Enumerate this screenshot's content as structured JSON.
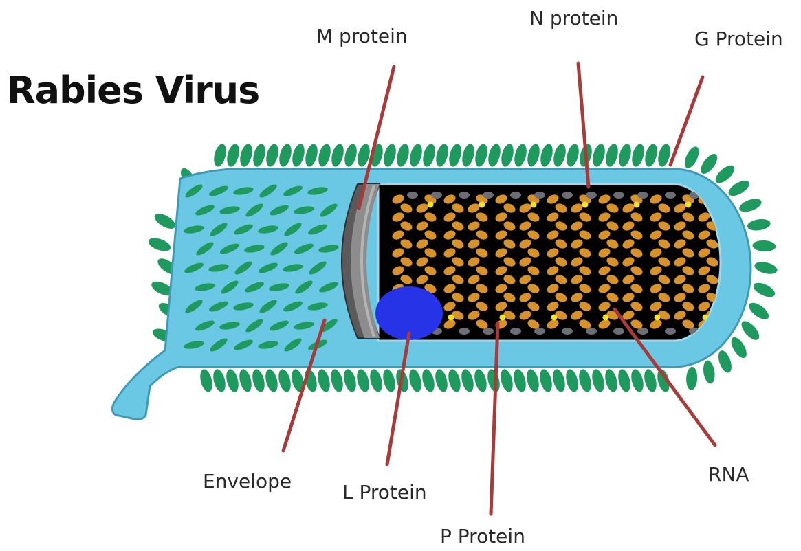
{
  "title": "Rabies Virus",
  "labels": {
    "m_protein": "M protein",
    "n_protein": "N protein",
    "g_protein": "G Protein",
    "envelope": "Envelope",
    "l_protein": "L Protein",
    "p_protein": "P  Protein",
    "rna": "RNA"
  },
  "colors": {
    "envelope_fill": "#6ac8e4",
    "envelope_outline": "#3d9bb8",
    "glycoprotein_spike": "#1f9a5e",
    "matrix_protein": "#8d8d8d",
    "core_background": "#000000",
    "nucleoprotein": "#d8922c",
    "phosphoprotein": "#f2e22a",
    "junction": "#6d6d75",
    "l_protein": "#2633e6",
    "leader_line": "#a83a3a",
    "label_text": "#2a2a2a"
  }
}
